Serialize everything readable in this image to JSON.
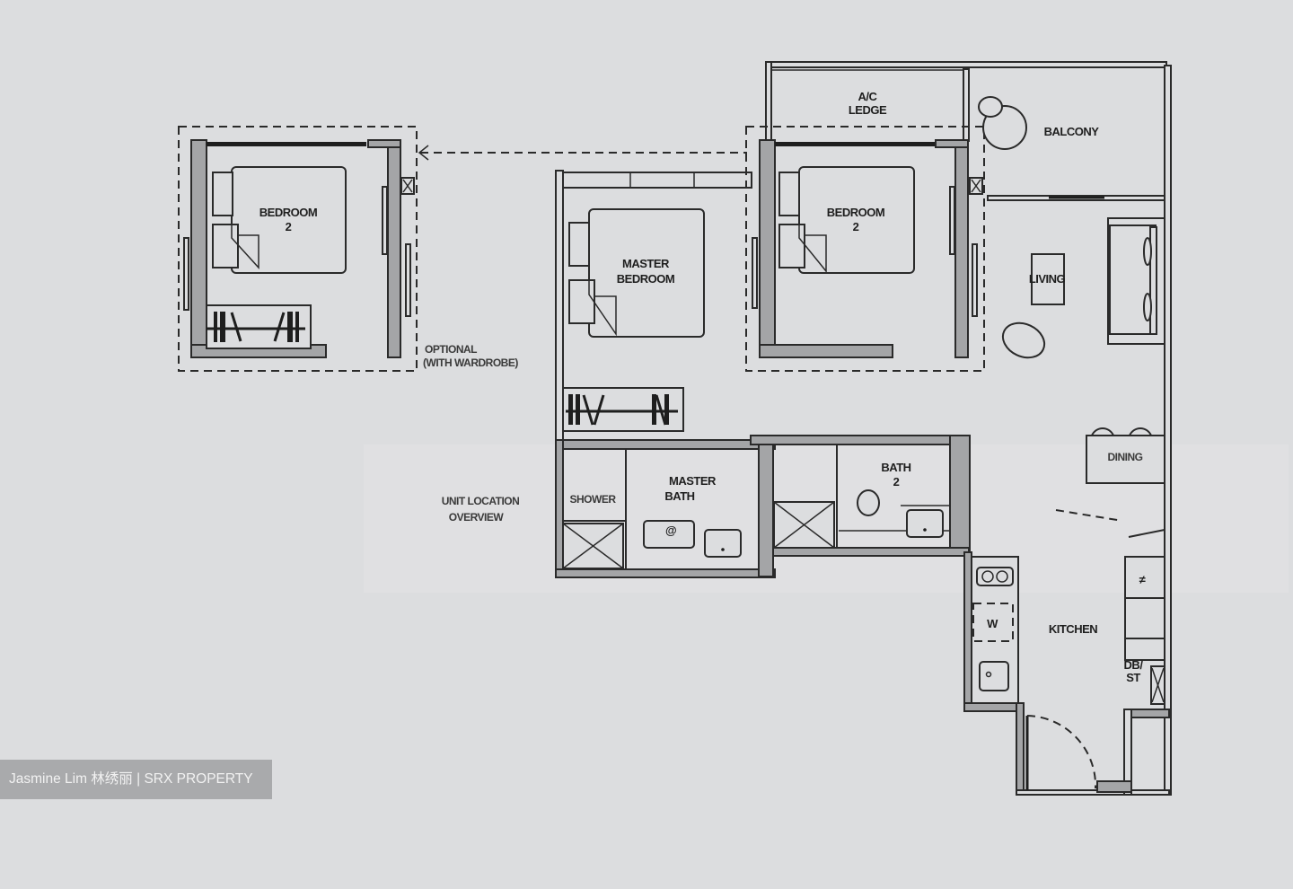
{
  "floorplan": {
    "rooms": {
      "bedroom2_optional": {
        "line1": "BEDROOM",
        "line2": "2"
      },
      "optional_note": {
        "line1": "OPTIONAL",
        "line2": "(WITH WARDROBE)"
      },
      "master_bedroom": {
        "line1": "MASTER",
        "line2": "BEDROOM"
      },
      "bedroom2": {
        "line1": "BEDROOM",
        "line2": "2"
      },
      "ac_ledge": {
        "line1": "A/C",
        "line2": "LEDGE"
      },
      "balcony": {
        "label": "BALCONY"
      },
      "living": {
        "label": "LIVING"
      },
      "dining": {
        "label": "DINING"
      },
      "master_bath": {
        "line1": "MASTER",
        "line2": "BATH"
      },
      "bath2": {
        "line1": "BATH",
        "line2": "2"
      },
      "kitchen": {
        "label": "KITCHEN"
      },
      "washer": {
        "label": "W"
      },
      "db_st": {
        "line1": "DB/",
        "line2": "ST"
      }
    },
    "garbled_labels": {
      "left_line1": "UNIT LOCATION",
      "left_line2": "OVERVIEW",
      "shower": "SHOWER"
    }
  },
  "watermark": {
    "text": "Jasmine Lim 林绣丽 | SRX PROPERTY"
  },
  "colors": {
    "background": "#dcdddf",
    "wall_fill": "#a4a5a7",
    "line": "#2a2a2a",
    "watermark_bg": "#a9aaac"
  }
}
